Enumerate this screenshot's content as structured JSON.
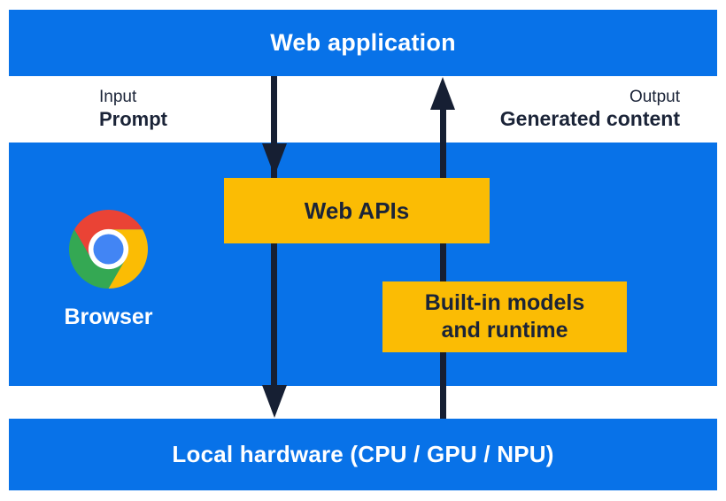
{
  "colors": {
    "brand_blue": "#0872E8",
    "accent_yellow": "#FBBC04",
    "ink_navy": "#1B2438",
    "arrow_navy": "#161F33",
    "white": "#FFFFFF",
    "chrome_red": "#EA4335",
    "chrome_green": "#34A853",
    "chrome_yellow": "#FBBC04",
    "chrome_blue": "#4285F4"
  },
  "top_bar": {
    "label": "Web application"
  },
  "flow": {
    "input_title": "Input",
    "input_value": "Prompt",
    "output_title": "Output",
    "output_value": "Generated content"
  },
  "browser": {
    "label": "Browser",
    "logo_icon": "chrome-logo",
    "web_apis_label": "Web APIs",
    "builtin_line1": "Built-in models",
    "builtin_line2": "and runtime"
  },
  "bottom_bar": {
    "label": "Local hardware (CPU / GPU / NPU)"
  }
}
